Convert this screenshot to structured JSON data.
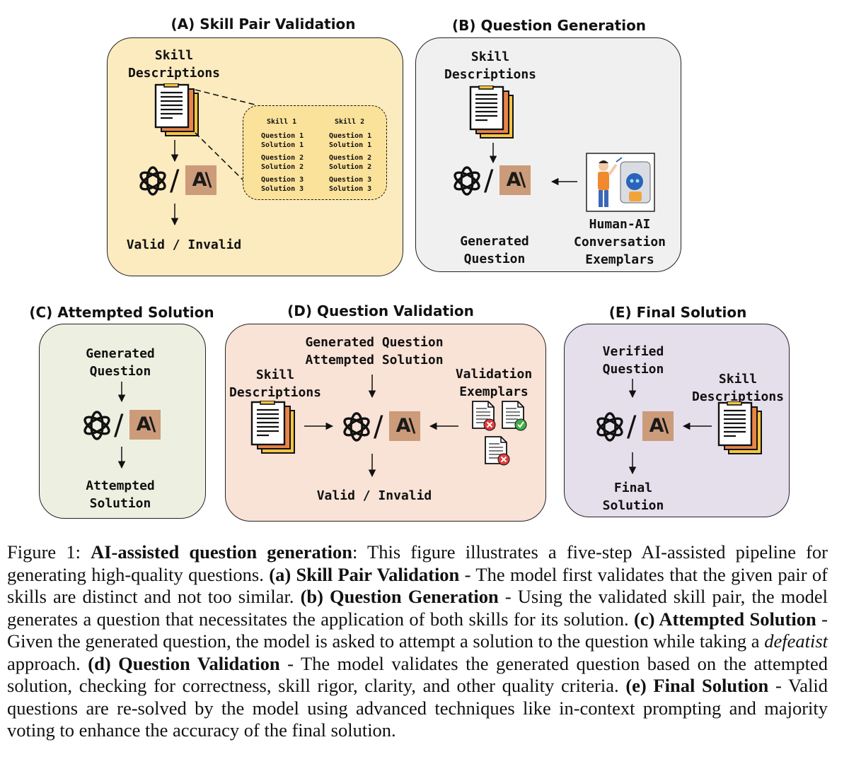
{
  "panels": {
    "a": {
      "title": "(A) Skill Pair Validation",
      "input_line1": "Skill",
      "input_line2": "Descriptions",
      "output": "Valid / Invalid",
      "callout": {
        "col1_header": "Skill 1",
        "col2_header": "Skill 2",
        "rows": [
          {
            "q": "Question 1",
            "s": "Solution 1"
          },
          {
            "q": "Question 2",
            "s": "Solution 2"
          },
          {
            "q": "Question 3",
            "s": "Solution 3"
          }
        ]
      }
    },
    "b": {
      "title": "(B) Question Generation",
      "input_line1": "Skill",
      "input_line2": "Descriptions",
      "output_line1": "Generated",
      "output_line2": "Question",
      "exemplar_line1": "Human-AI",
      "exemplar_line2": "Conversation",
      "exemplar_line3": "Exemplars"
    },
    "c": {
      "title": "(C) Attempted Solution",
      "input_line1": "Generated",
      "input_line2": "Question",
      "output_line1": "Attempted",
      "output_line2": "Solution"
    },
    "d": {
      "title": "(D) Question Validation",
      "top_line1": "Generated Question",
      "top_line2": "Attempted Solution",
      "left_line1": "Skill",
      "left_line2": "Descriptions",
      "right_line1": "Validation",
      "right_line2": "Exemplars",
      "output": "Valid / Invalid"
    },
    "e": {
      "title": "(E) Final Solution",
      "input_line1": "Verified",
      "input_line2": "Question",
      "right_line1": "Skill",
      "right_line2": "Descriptions",
      "output_line1": "Final",
      "output_line2": "Solution"
    }
  },
  "model_separator": "/",
  "caption": {
    "fig": "Figure 1: ",
    "title": "AI-assisted question generation",
    "intro": ": This figure illustrates a five-step AI-assisted pipeline for generating high-quality questions. ",
    "a_label": "(a) Skill Pair Validation",
    "a_text": " - The model first validates that the given pair of skills are distinct and not too similar. ",
    "b_label": "(b) Question Generation",
    "b_text": " - Using the validated skill pair, the model generates a question that necessitates the application of both skills for its solution. ",
    "c_label": "(c) Attempted Solution",
    "c_text1": " - Given the generated question, the model is asked to attempt a solution to the question while taking a ",
    "c_em": "defeatist",
    "c_text2": " approach. ",
    "d_label": "(d) Question Validation",
    "d_text": " - The model validates the generated question based on the attempted solution, checking for correctness, skill rigor, clarity, and other quality criteria. ",
    "e_label": "(e) Final Solution",
    "e_text": " - Valid questions are re-solved by the model using advanced techniques like in-context prompting and majority voting to enhance the accuracy of the final solution."
  },
  "colors": {
    "panel_a": "#fcebbf",
    "panel_b": "#f0f0f0",
    "panel_c": "#edf0e0",
    "panel_d": "#f9e2d6",
    "panel_e": "#e5dfec",
    "anthropic_tile": "#cc9b7a",
    "callout": "#fbe29a"
  }
}
